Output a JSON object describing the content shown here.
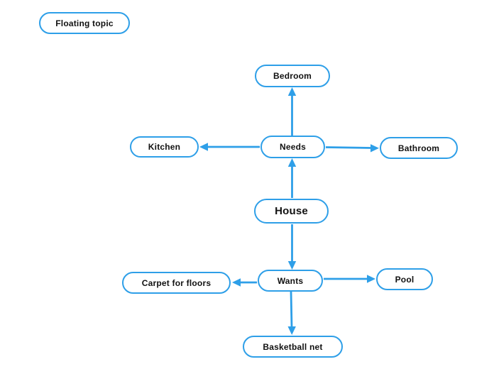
{
  "diagram": {
    "type": "mind-map",
    "colors": {
      "accent": "#2e9fe8",
      "node_fill": "#ffffff",
      "text": "#111111",
      "canvas_background": "#ffffff"
    },
    "nodes": {
      "floating_topic": {
        "label": "Floating topic",
        "role": "floating"
      },
      "house": {
        "label": "House",
        "role": "central"
      },
      "needs": {
        "label": "Needs",
        "role": "branch"
      },
      "wants": {
        "label": "Wants",
        "role": "branch"
      },
      "bedroom": {
        "label": "Bedroom",
        "role": "leaf"
      },
      "kitchen": {
        "label": "Kitchen",
        "role": "leaf"
      },
      "bathroom": {
        "label": "Bathroom",
        "role": "leaf"
      },
      "carpet": {
        "label": "Carpet for floors",
        "role": "leaf"
      },
      "pool": {
        "label": "Pool",
        "role": "leaf"
      },
      "basketball": {
        "label": "Basketball net",
        "role": "leaf"
      }
    },
    "connections": [
      {
        "from": "House",
        "to": "Needs",
        "direction": "up",
        "arrowhead": "into Needs"
      },
      {
        "from": "House",
        "to": "Wants",
        "direction": "down",
        "arrowhead": "into Wants"
      },
      {
        "from": "Needs",
        "to": "Bedroom",
        "direction": "up",
        "arrowhead": "into Bedroom"
      },
      {
        "from": "Needs",
        "to": "Kitchen",
        "direction": "left",
        "arrowhead": "into Kitchen"
      },
      {
        "from": "Needs",
        "to": "Bathroom",
        "direction": "right",
        "arrowhead": "into Bathroom"
      },
      {
        "from": "Wants",
        "to": "Carpet for floors",
        "direction": "left",
        "arrowhead": "into Carpet for floors"
      },
      {
        "from": "Wants",
        "to": "Pool",
        "direction": "right",
        "arrowhead": "into Pool"
      },
      {
        "from": "Wants",
        "to": "Basketball net",
        "direction": "down",
        "arrowhead": "into Basketball net"
      }
    ]
  }
}
